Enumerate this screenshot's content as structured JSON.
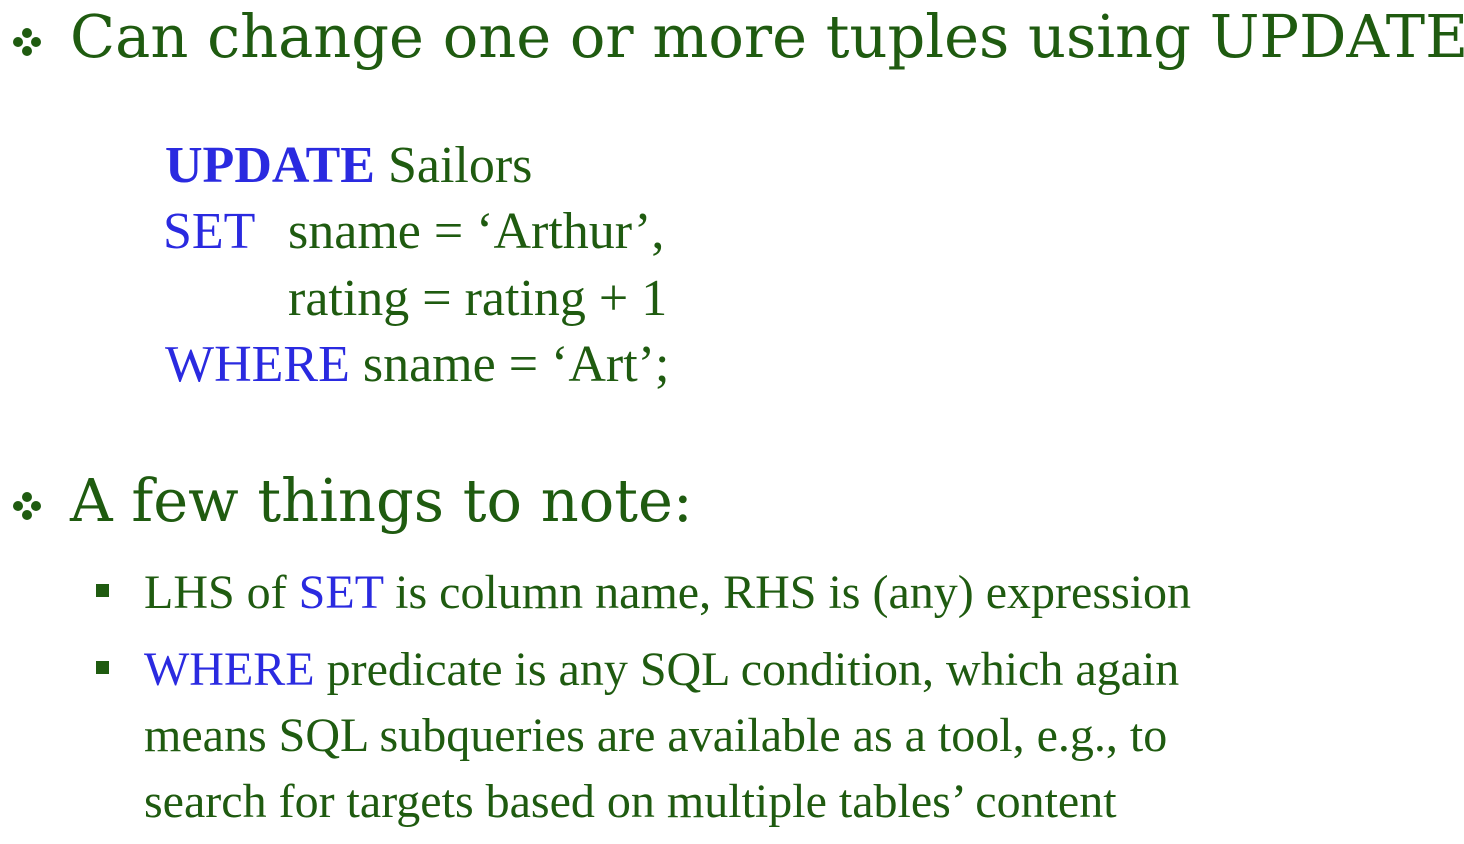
{
  "bullets": {
    "first": {
      "icon": "diamond-bullet-icon",
      "text": "Can change one or more tuples using UPDATE:"
    },
    "second": {
      "icon": "diamond-bullet-icon",
      "text": "A few things to note:"
    }
  },
  "code": {
    "line1": {
      "keyword": "UPDATE",
      "rest": " Sailors"
    },
    "line2": {
      "keyword": "SET",
      "rest": "sname = ‘Arthur’,"
    },
    "line3": {
      "rest": "rating = rating + 1"
    },
    "line4": {
      "keyword": "WHERE",
      "rest": " sname = ‘Art’;"
    }
  },
  "notes": {
    "item1": {
      "icon": "square-bullet-icon",
      "prefix": "LHS  of ",
      "keyword": "SET",
      "suffix": " is column name, RHS is (any) expression"
    },
    "item2": {
      "icon": "square-bullet-icon",
      "keyword": "WHERE",
      "line1_suffix": " predicate is any SQL condition, which again",
      "line2": "means SQL subqueries are available as a tool, e.g., to",
      "line3": "search for targets based on multiple tables’ content"
    }
  },
  "colors": {
    "text": "#1f5b10",
    "keyword": "#2a2ae0"
  }
}
